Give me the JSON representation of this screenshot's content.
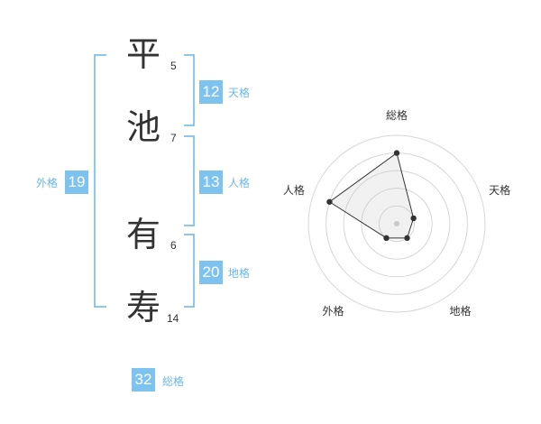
{
  "name": {
    "characters": [
      {
        "char": "平",
        "strokes": "5"
      },
      {
        "char": "池",
        "strokes": "7"
      },
      {
        "char": "有",
        "strokes": "6"
      },
      {
        "char": "寿",
        "strokes": "14"
      }
    ]
  },
  "kaku": {
    "tenkaku": {
      "value": "12",
      "label": "天格"
    },
    "jinkaku": {
      "value": "13",
      "label": "人格"
    },
    "chikaku": {
      "value": "20",
      "label": "地格"
    },
    "gaikaku": {
      "value": "19",
      "label": "外格"
    },
    "soukaku": {
      "value": "32",
      "label": "総格"
    }
  },
  "colors": {
    "accent": "#7ec3f0",
    "bracket": "#8cc8ee",
    "text": "#333333"
  },
  "chart_data": {
    "type": "radar",
    "axes": [
      "総格",
      "天格",
      "地格",
      "外格",
      "人格"
    ],
    "values": [
      4,
      1,
      1,
      1,
      4
    ],
    "range": [
      0,
      5
    ],
    "grid_rings": 5
  }
}
